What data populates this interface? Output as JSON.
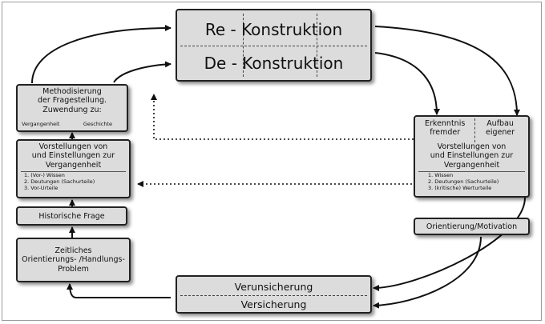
{
  "top": {
    "reconstruction": "Re - Konstruktion",
    "deconstruction": "De - Konstruktion"
  },
  "left": {
    "methodisierung": {
      "lines": [
        "Methodisierung",
        "der Fragestellung.",
        "Zuwendung zu:"
      ],
      "option_left": "Vergangenheit",
      "option_right": "Geschichte"
    },
    "vorstellungen": {
      "lines": [
        "Vorstellungen von",
        "und Einstellungen zur",
        "Vergangenheit"
      ],
      "items": [
        "1. (Vor-) Wissen",
        "2. Deutungen (Sachurteile)",
        "3. Vor-Urteile"
      ]
    },
    "historische_frage": "Historische Frage",
    "problem": {
      "lines": [
        "Zeitliches",
        "Orientierungs- /Handlungs-",
        "Problem"
      ]
    }
  },
  "right": {
    "vorstellungen": {
      "col_left": [
        "Erkenntnis",
        "fremder"
      ],
      "col_right": [
        "Aufbau",
        "eigener"
      ],
      "lines": [
        "Vorstellungen von",
        "und Einstellungen zur",
        "Vergangenheit"
      ],
      "items": [
        "1. Wissen",
        "2. Deutungen (Sachurteile)",
        "3. (kritische) Werturteile"
      ]
    },
    "orientierung": "Orientierung/Motivation"
  },
  "bottom": {
    "verunsicherung": "Verunsicherung",
    "versicherung": "Versicherung"
  }
}
